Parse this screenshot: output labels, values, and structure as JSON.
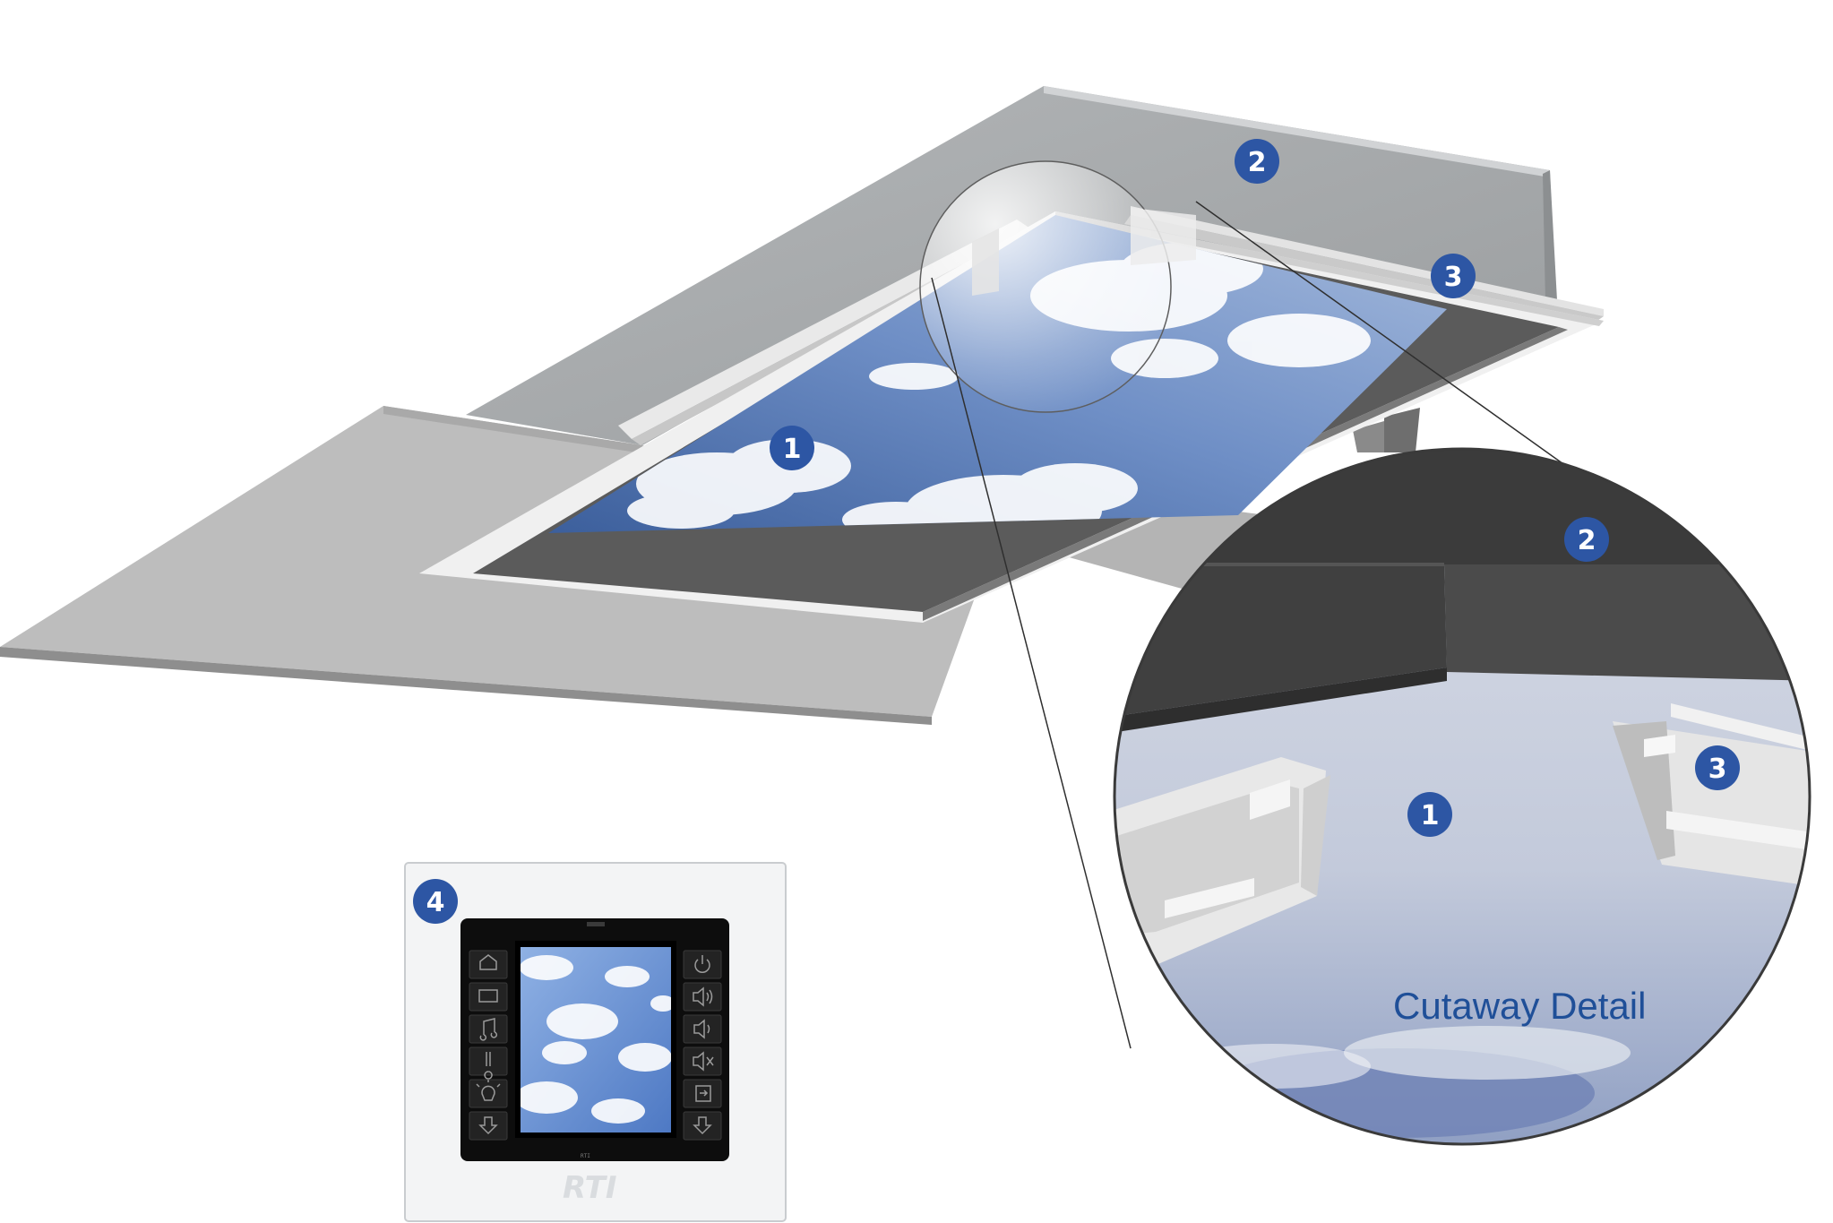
{
  "callouts": {
    "skylight_panel": "1",
    "ceiling_housing": "2",
    "mounting_rail": "3",
    "wall_control": "4"
  },
  "cutaway": {
    "label": "Cutaway Detail",
    "callout_panel": "1",
    "callout_housing": "2",
    "callout_rail": "3"
  },
  "keypad": {
    "brand": "RTI",
    "left_buttons": [
      "home-icon",
      "tv-icon",
      "music-icon",
      "thermometer-icon",
      "light-icon",
      "arrow-down-icon"
    ],
    "right_buttons": [
      "power-icon",
      "volume-up-icon",
      "volume-down-icon",
      "mute-icon",
      "input-icon",
      "arrow-down-icon"
    ]
  },
  "colors": {
    "callout_badge": "#2d56a4",
    "callout_text": "#1f4f98",
    "sky": "#6f8fc6"
  }
}
